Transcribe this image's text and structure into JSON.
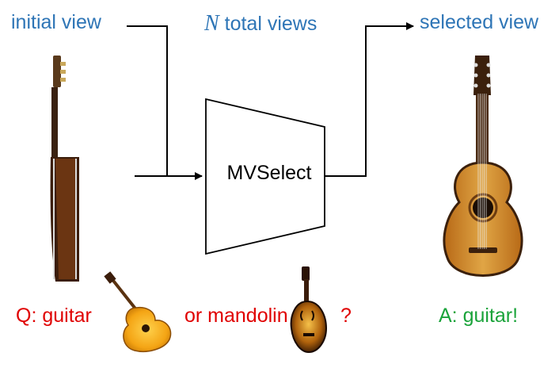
{
  "labels": {
    "initial_view": "initial view",
    "total_views_var": "N",
    "total_views_text": " total views",
    "selected_view": "selected view",
    "module": "MVSelect",
    "question_prefix": "Q: guitar",
    "question_or": "or mandolin",
    "question_mark": "?",
    "answer": "A: guitar!"
  },
  "colors": {
    "blue": "#2E75B6",
    "red": "#E00000",
    "green": "#1AA33A",
    "line": "#000000"
  },
  "icons": {
    "side_guitar": "guitar-side-view-icon",
    "front_guitar": "guitar-front-view-icon",
    "small_guitar": "small-guitar-icon",
    "mandolin": "mandolin-icon"
  }
}
